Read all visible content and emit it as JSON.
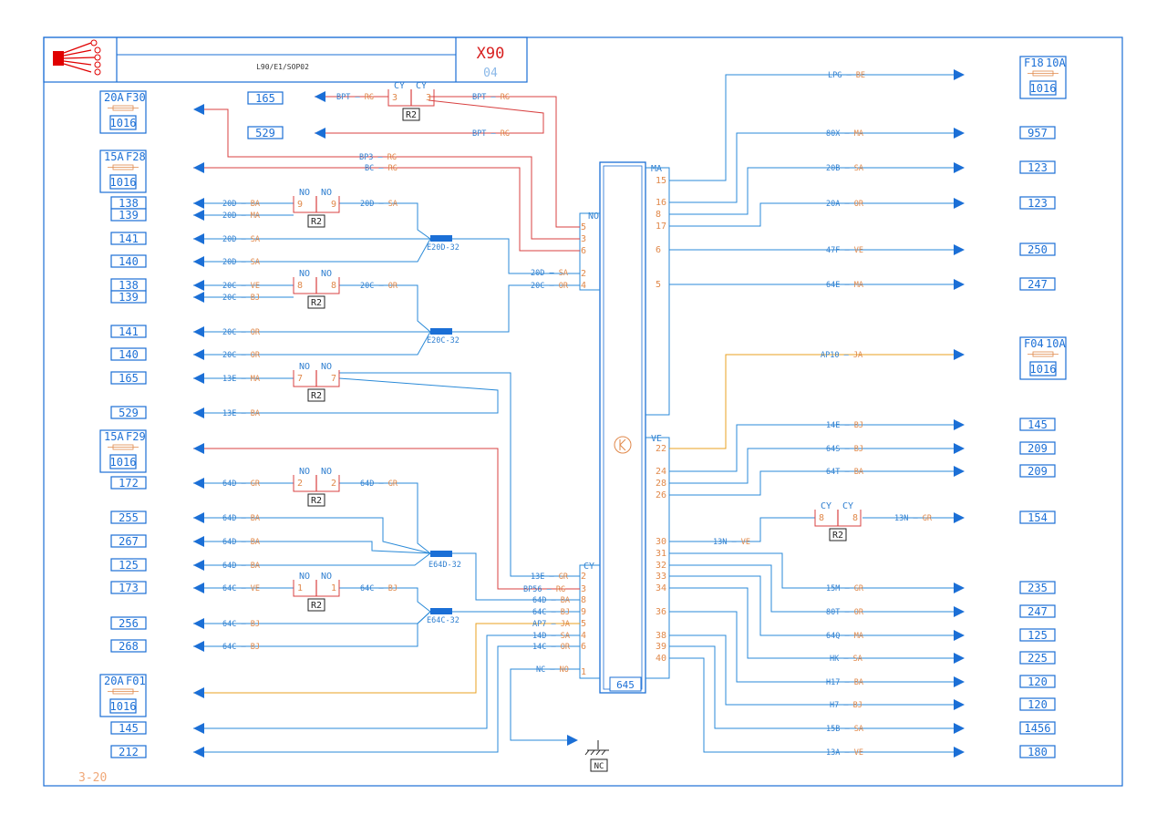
{
  "header": {
    "connector_name": "X90",
    "connector_index": "04",
    "reference": "L90/E1/SOP02",
    "page_ref": "3-20"
  },
  "connector": {
    "id": "645",
    "groups": {
      "left_top": "NO",
      "left_bottom": "CY",
      "right_top": "MA",
      "right_bottom": "VE"
    }
  },
  "ground": {
    "label": "NC"
  },
  "splices": [
    "E20D-32",
    "E20C-32",
    "E64D-32",
    "E64C-32"
  ],
  "relay_label": "R2",
  "fuses": [
    {
      "amp": "20A",
      "id": "F30",
      "ref": "1016"
    },
    {
      "amp": "15A",
      "id": "F28",
      "ref": "1016"
    },
    {
      "amp": "15A",
      "id": "F29",
      "ref": "1016"
    },
    {
      "amp": "20A",
      "id": "F01",
      "ref": "1016"
    },
    {
      "amp": "F18",
      "id": "10A",
      "ref": "1016"
    },
    {
      "amp": "F04",
      "id": "10A",
      "ref": "1016"
    }
  ],
  "left_refs": [
    "165",
    "529",
    "138",
    "139",
    "141",
    "140",
    "138",
    "139",
    "141",
    "140",
    "165",
    "529",
    "172",
    "255",
    "267",
    "125",
    "173",
    "256",
    "268",
    "145",
    "212"
  ],
  "right_refs": [
    "957",
    "123",
    "123",
    "250",
    "247",
    "145",
    "209",
    "209",
    "154",
    "235",
    "247",
    "125",
    "225",
    "120",
    "120",
    "1456",
    "180"
  ],
  "wires": [
    {
      "code": "BPT",
      "color": "RG"
    },
    {
      "code": "BP3",
      "color": "RG"
    },
    {
      "code": "BC",
      "color": "RG"
    },
    {
      "code": "20D",
      "color": "BA"
    },
    {
      "code": "20D",
      "color": "MA"
    },
    {
      "code": "20D",
      "color": "SA"
    },
    {
      "code": "20C",
      "color": "VE"
    },
    {
      "code": "20C",
      "color": "BJ"
    },
    {
      "code": "20C",
      "color": "OR"
    },
    {
      "code": "13E",
      "color": "MA"
    },
    {
      "code": "13E",
      "color": "BA"
    },
    {
      "code": "64D",
      "color": "GR"
    },
    {
      "code": "64D",
      "color": "BA"
    },
    {
      "code": "64C",
      "color": "VE"
    },
    {
      "code": "64C",
      "color": "BJ"
    },
    {
      "code": "13E",
      "color": "GR"
    },
    {
      "code": "BP56",
      "color": "RG"
    },
    {
      "code": "AP7",
      "color": "JA"
    },
    {
      "code": "14D",
      "color": "SA"
    },
    {
      "code": "14C",
      "color": "OR"
    },
    {
      "code": "NC",
      "color": "NO"
    },
    {
      "code": "LPG",
      "color": "BE"
    },
    {
      "code": "80X",
      "color": "MA"
    },
    {
      "code": "20B",
      "color": "SA"
    },
    {
      "code": "20A",
      "color": "OR"
    },
    {
      "code": "47F",
      "color": "VE"
    },
    {
      "code": "64E",
      "color": "MA"
    },
    {
      "code": "AP10",
      "color": "JA"
    },
    {
      "code": "14E",
      "color": "BJ"
    },
    {
      "code": "64S",
      "color": "BJ"
    },
    {
      "code": "64T",
      "color": "BA"
    },
    {
      "code": "13N",
      "color": "GR"
    },
    {
      "code": "13N",
      "color": "VE"
    },
    {
      "code": "15M",
      "color": "GR"
    },
    {
      "code": "80T",
      "color": "OR"
    },
    {
      "code": "64Q",
      "color": "MA"
    },
    {
      "code": "HK",
      "color": "SA"
    },
    {
      "code": "H17",
      "color": "BA"
    },
    {
      "code": "H7",
      "color": "BJ"
    },
    {
      "code": "15B",
      "color": "SA"
    },
    {
      "code": "13A",
      "color": "VE"
    }
  ]
}
